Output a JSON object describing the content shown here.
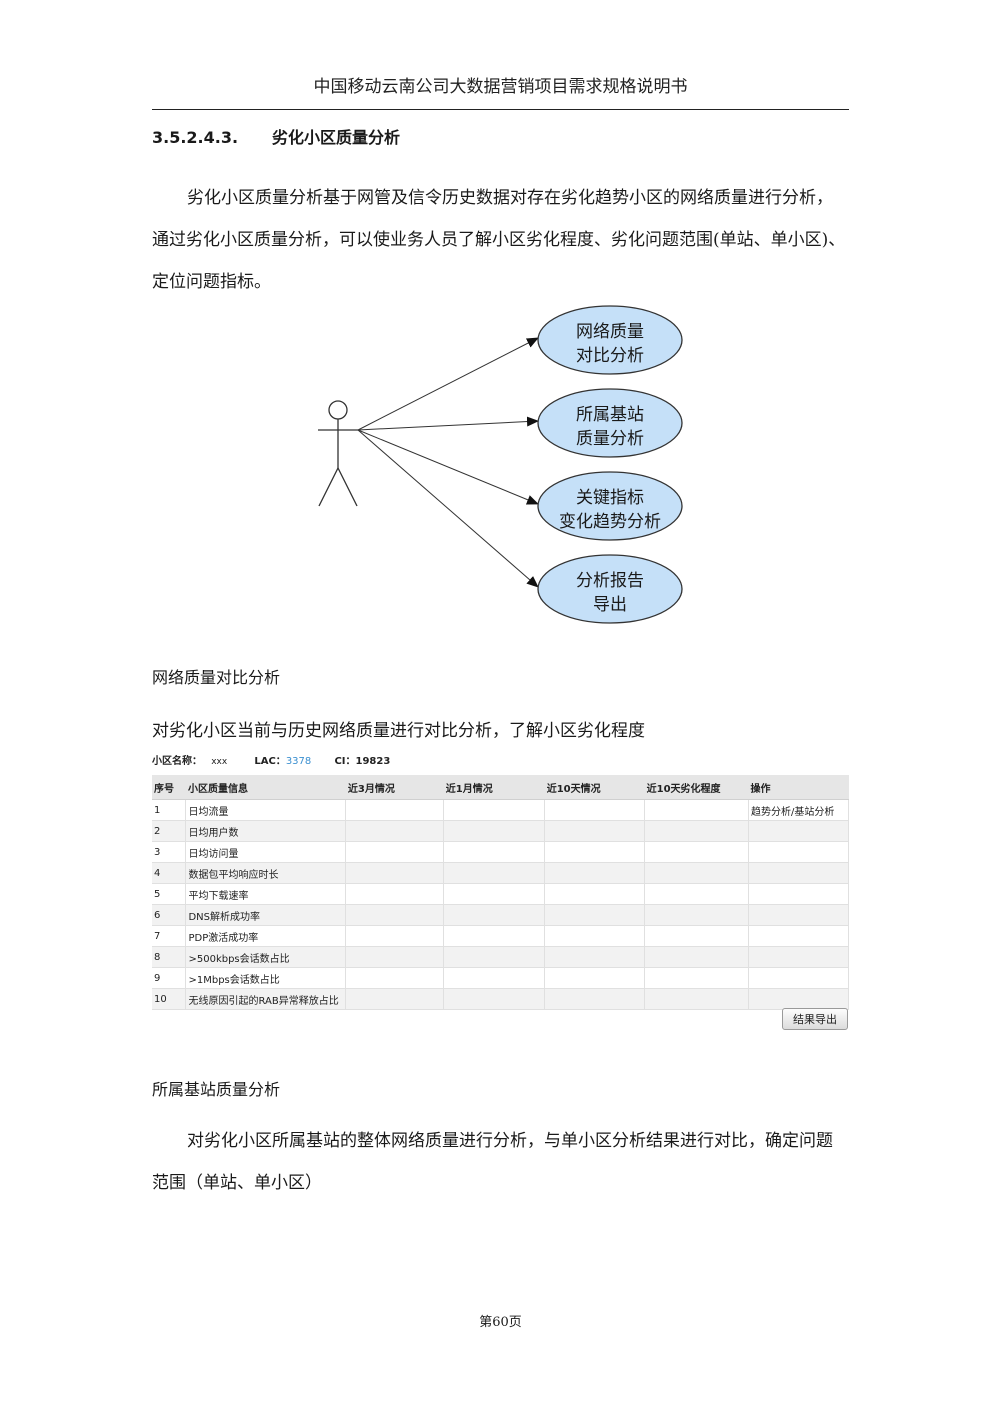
{
  "header": {
    "title": "中国移动云南公司大数据营销项目需求规格说明书"
  },
  "section": {
    "number": "3.5.2.4.3.",
    "title": "劣化小区质量分析"
  },
  "intro": {
    "line1": "劣化小区质量分析基于网管及信令历史数据对存在劣化趋势小区的网络质量进行分析，",
    "line2": "通过劣化小区质量分析，可以使业务人员了解小区劣化程度、劣化问题范围(单站、单小区)、",
    "line3": "定位问题指标。"
  },
  "diagram": {
    "use_cases": [
      {
        "line1": "网络质量",
        "line2": "对比分析"
      },
      {
        "line1": "所属基站",
        "line2": "质量分析"
      },
      {
        "line1": "关键指标",
        "line2": "变化趋势分析"
      },
      {
        "line1": "分析报告",
        "line2": "导出"
      }
    ],
    "fill_color": "#c5e0f8",
    "stroke_color": "#333333"
  },
  "sub1": {
    "title": "网络质量对比分析",
    "desc": "对劣化小区当前与历史网络质量进行对比分析，了解小区劣化程度"
  },
  "info_bar": {
    "cell_name_label": "小区名称：",
    "cell_name_value": "xxx",
    "lac_label": "LAC：",
    "lac_value": "3378",
    "ci_label": "CI：",
    "ci_value": "19823"
  },
  "table": {
    "headers": [
      "序号",
      "小区质量信息",
      "近3月情况",
      "近1月情况",
      "近10天情况",
      "近10天劣化程度",
      "操作"
    ],
    "rows": [
      {
        "idx": "1",
        "name": "日均流量",
        "action": "趋势分析/基站分析"
      },
      {
        "idx": "2",
        "name": "日均用户数",
        "action": ""
      },
      {
        "idx": "3",
        "name": "日均访问量",
        "action": ""
      },
      {
        "idx": "4",
        "name": "数据包平均响应时长",
        "action": ""
      },
      {
        "idx": "5",
        "name": "平均下载速率",
        "action": ""
      },
      {
        "idx": "6",
        "name": "DNS解析成功率",
        "action": ""
      },
      {
        "idx": "7",
        "name": "PDP激活成功率",
        "action": ""
      },
      {
        "idx": "8",
        "name": ">500kbps会话数占比",
        "action": ""
      },
      {
        "idx": "9",
        "name": ">1Mbps会话数占比",
        "action": ""
      },
      {
        "idx": "10",
        "name": "无线原因引起的RAB异常释放占比",
        "action": ""
      }
    ]
  },
  "export_button": {
    "label": "结果导出"
  },
  "sub2": {
    "title": "所属基站质量分析",
    "desc_line1": "对劣化小区所属基站的整体网络质量进行分析，与单小区分析结果进行对比，确定问题",
    "desc_line2": "范围（单站、单小区）"
  },
  "footer": {
    "page": "第60页"
  }
}
